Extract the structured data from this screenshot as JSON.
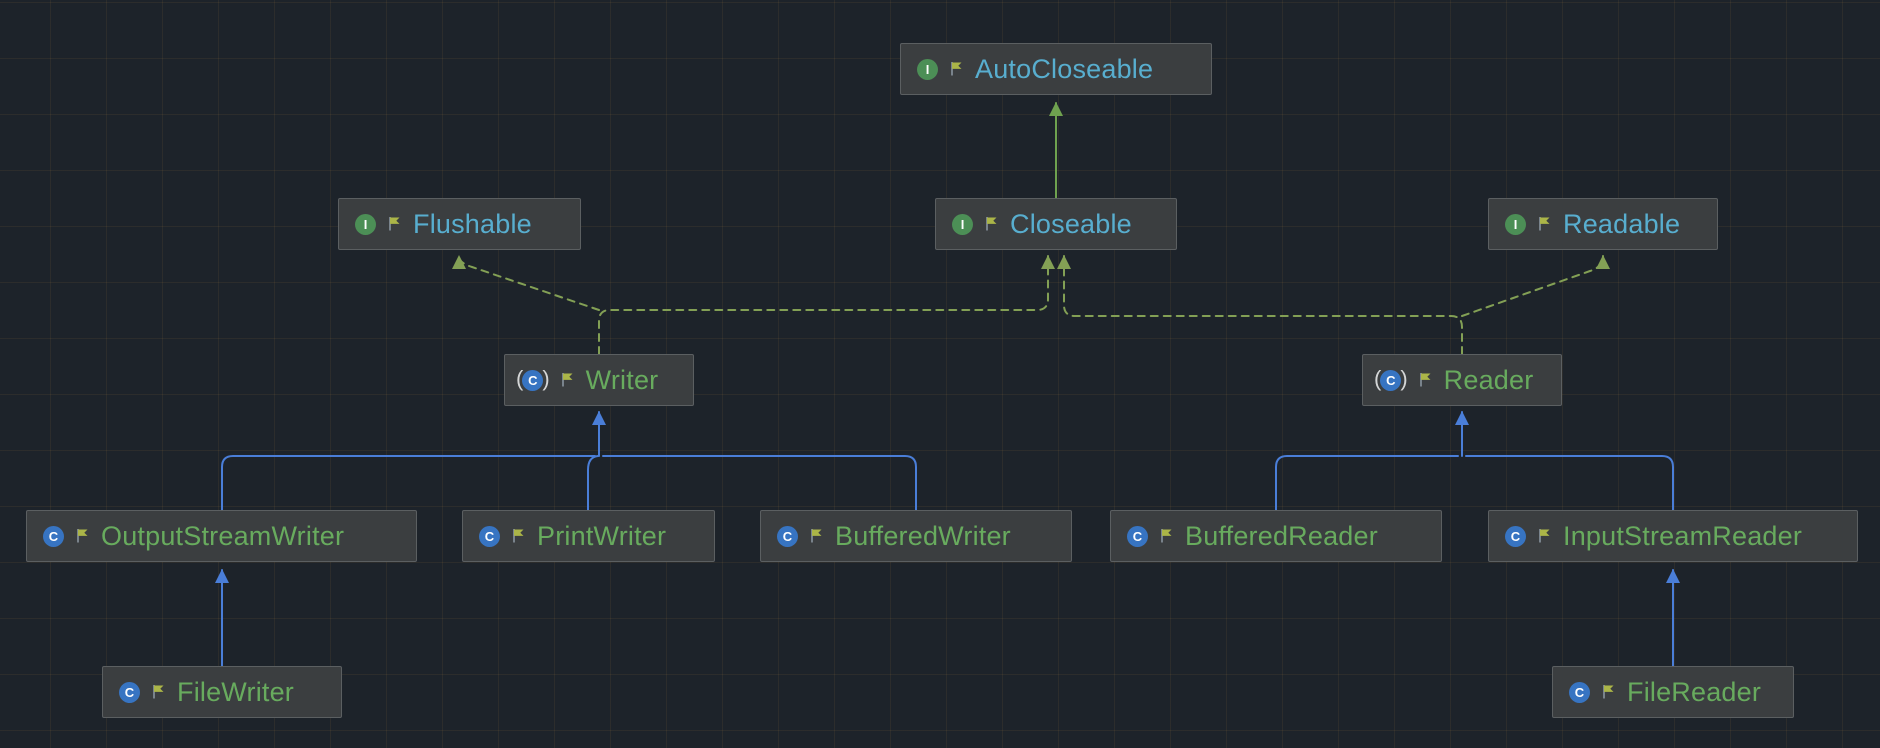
{
  "diagram": {
    "title": "Java IO Reader/Writer class hierarchy",
    "nodes": {
      "autocloseable": {
        "label": "AutoCloseable",
        "kind": "interface"
      },
      "flushable": {
        "label": "Flushable",
        "kind": "interface"
      },
      "closeable": {
        "label": "Closeable",
        "kind": "interface"
      },
      "readable": {
        "label": "Readable",
        "kind": "interface"
      },
      "writer": {
        "label": "Writer",
        "kind": "abstract-class"
      },
      "reader": {
        "label": "Reader",
        "kind": "abstract-class"
      },
      "outputstreamwriter": {
        "label": "OutputStreamWriter",
        "kind": "class"
      },
      "printwriter": {
        "label": "PrintWriter",
        "kind": "class"
      },
      "bufferedwriter": {
        "label": "BufferedWriter",
        "kind": "class"
      },
      "bufferedreader": {
        "label": "BufferedReader",
        "kind": "class"
      },
      "inputstreamreader": {
        "label": "InputStreamReader",
        "kind": "class"
      },
      "filewriter": {
        "label": "FileWriter",
        "kind": "class"
      },
      "filereader": {
        "label": "FileReader",
        "kind": "class"
      }
    },
    "edges": [
      {
        "from": "Closeable",
        "to": "AutoCloseable",
        "type": "extends"
      },
      {
        "from": "Writer",
        "to": "Flushable",
        "type": "implements"
      },
      {
        "from": "Writer",
        "to": "Closeable",
        "type": "implements"
      },
      {
        "from": "Reader",
        "to": "Closeable",
        "type": "implements"
      },
      {
        "from": "Reader",
        "to": "Readable",
        "type": "implements"
      },
      {
        "from": "OutputStreamWriter",
        "to": "Writer",
        "type": "extends"
      },
      {
        "from": "PrintWriter",
        "to": "Writer",
        "type": "extends"
      },
      {
        "from": "BufferedWriter",
        "to": "Writer",
        "type": "extends"
      },
      {
        "from": "BufferedReader",
        "to": "Reader",
        "type": "extends"
      },
      {
        "from": "InputStreamReader",
        "to": "Reader",
        "type": "extends"
      },
      {
        "from": "FileWriter",
        "to": "OutputStreamWriter",
        "type": "extends"
      },
      {
        "from": "FileReader",
        "to": "InputStreamReader",
        "type": "extends"
      }
    ],
    "colors": {
      "background": "#1d232a",
      "node_bg": "#3b3e40",
      "node_border": "#5b5f61",
      "interface_text": "#58aecf",
      "class_text": "#68ab5e",
      "extends_edge": "#4a7ed8",
      "interface_extends_edge": "#6fa24f",
      "implements_edge": "#83a055",
      "interface_icon_bg": "#4c8f56",
      "class_icon_bg": "#3774c2",
      "flag_color": "#abb548"
    }
  },
  "icons": {
    "interface_glyph": "I",
    "class_glyph": "C",
    "abstract_open": "(",
    "abstract_close": ")"
  }
}
